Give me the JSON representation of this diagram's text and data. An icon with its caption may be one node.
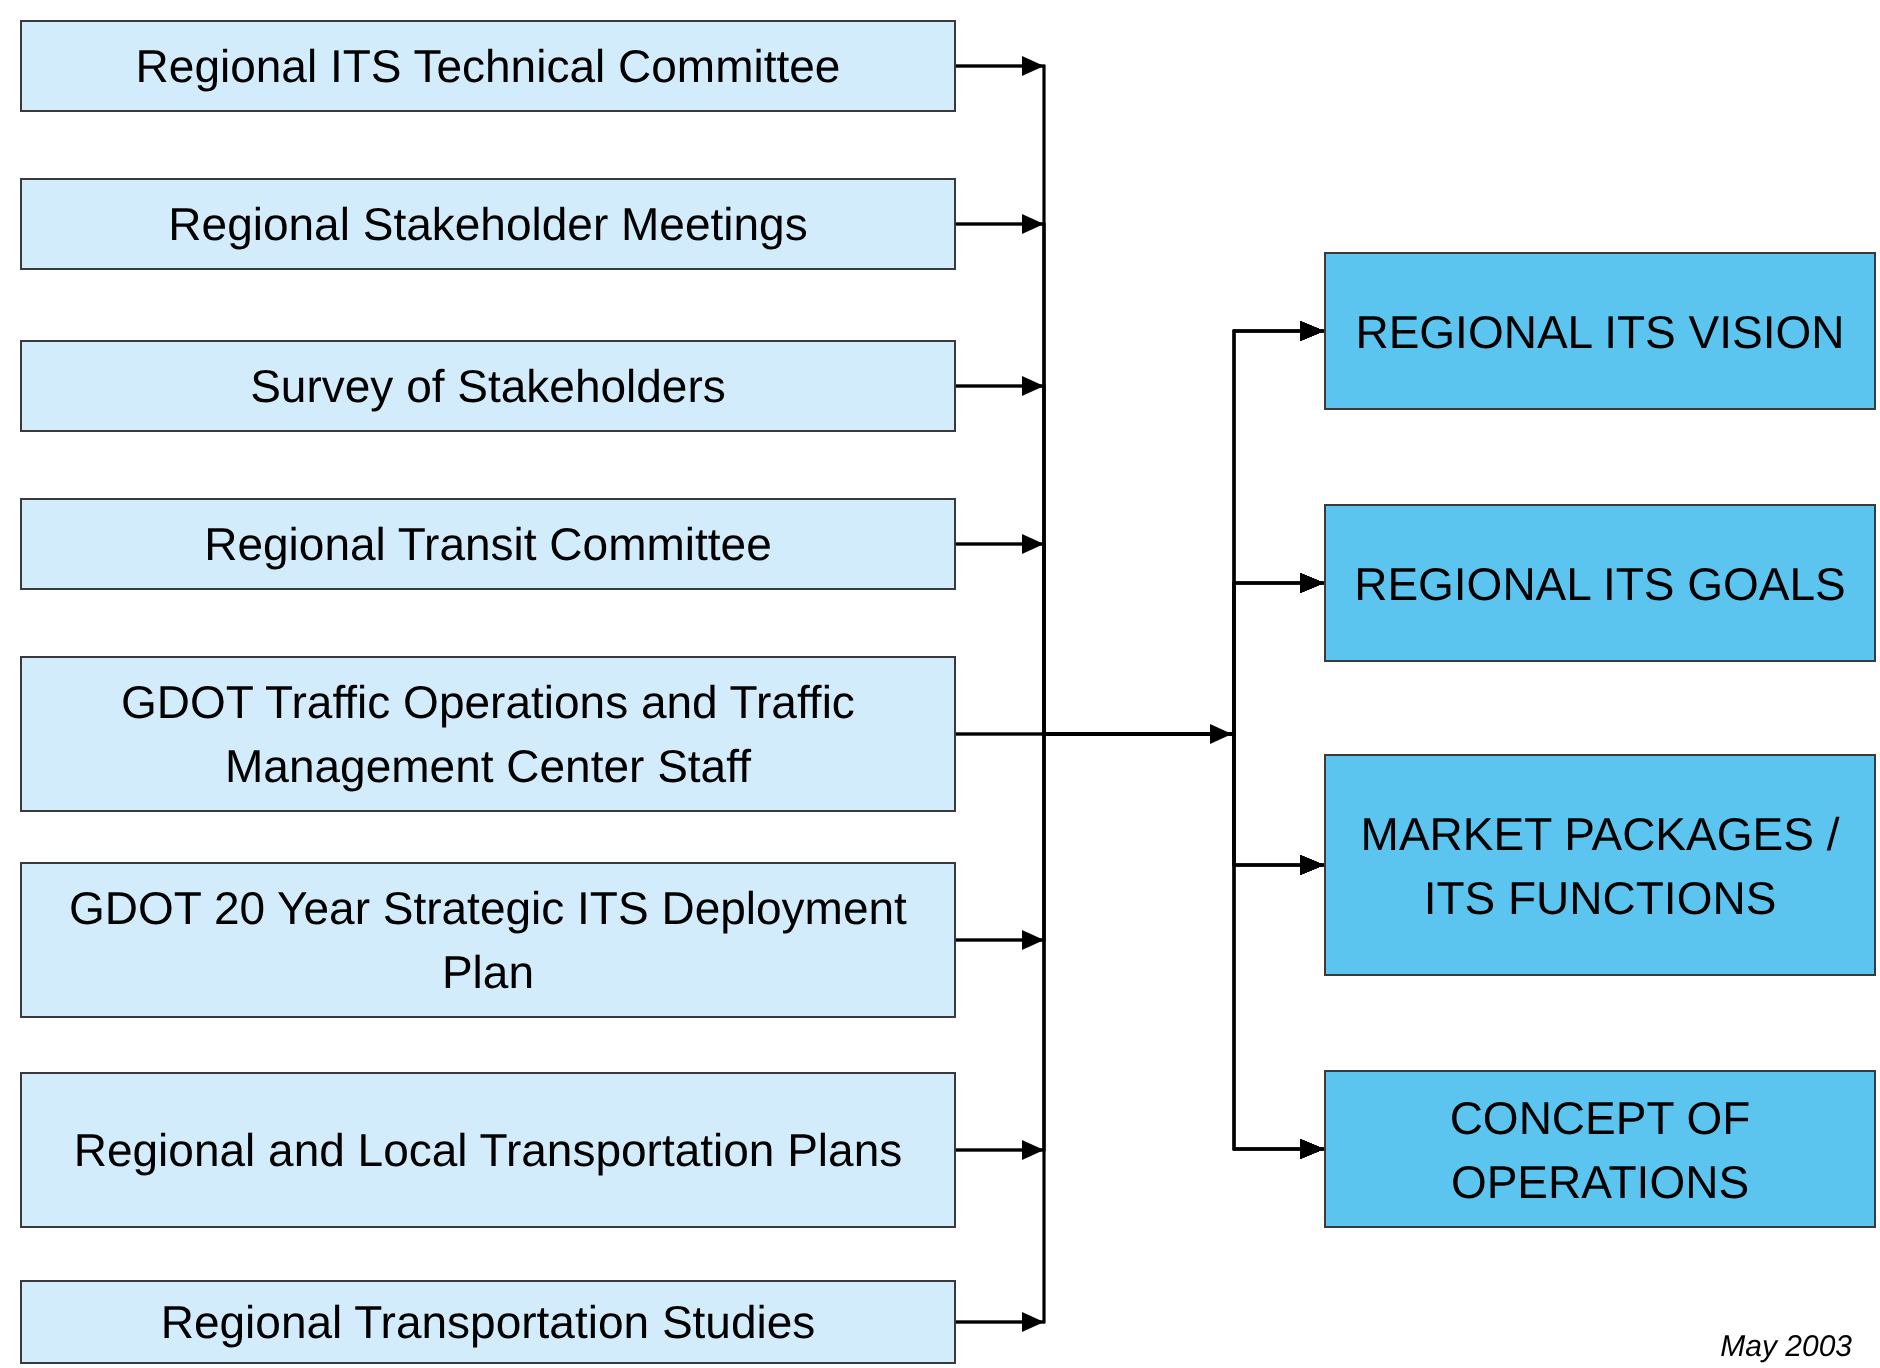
{
  "diagram": {
    "nodes": [
      {
        "text": [
          "Regional ITS Technical Committee"
        ]
      },
      {
        "text": [
          "Regional Stakeholder Meetings"
        ]
      },
      {
        "text": [
          "Survey of Stakeholders"
        ]
      },
      {
        "text": [
          "Regional Transit Committee"
        ]
      },
      {
        "text": [
          "GDOT Traffic Operations and Traffic Management Center Staff"
        ]
      },
      {
        "text": [
          "GDOT 20 Year Strategic ITS Deployment Plan"
        ]
      },
      {
        "text": [
          "Regional and Local Transportation Plans"
        ]
      },
      {
        "text": [
          "Regional Transportation Studies"
        ]
      },
      {
        "text": [
          "REGIONAL ITS VISION"
        ]
      },
      {
        "text": [
          "REGIONAL ITS GOALS"
        ]
      },
      {
        "text": [
          "MARKET PACKAGES / ITS FUNCTIONS"
        ]
      },
      {
        "text": [
          "CONCEPT OF OPERATIONS"
        ]
      }
    ],
    "edges": [
      {
        "from": 0,
        "to": 8,
        "arrow": "to"
      },
      {
        "from": 0,
        "to": 9,
        "arrow": "to"
      },
      {
        "from": 0,
        "to": 10,
        "arrow": "to"
      },
      {
        "from": 0,
        "to": 11,
        "arrow": "to"
      },
      {
        "from": 1,
        "to": 8,
        "arrow": "to"
      },
      {
        "from": 1,
        "to": 9,
        "arrow": "to"
      },
      {
        "from": 1,
        "to": 10,
        "arrow": "to"
      },
      {
        "from": 1,
        "to": 11,
        "arrow": "to"
      },
      {
        "from": 2,
        "to": 8,
        "arrow": "to"
      },
      {
        "from": 2,
        "to": 9,
        "arrow": "to"
      },
      {
        "from": 2,
        "to": 10,
        "arrow": "to"
      },
      {
        "from": 2,
        "to": 11,
        "arrow": "to"
      },
      {
        "from": 3,
        "to": 8,
        "arrow": "to"
      },
      {
        "from": 3,
        "to": 9,
        "arrow": "to"
      },
      {
        "from": 3,
        "to": 10,
        "arrow": "to"
      },
      {
        "from": 3,
        "to": 11,
        "arrow": "to"
      },
      {
        "from": 4,
        "to": 8,
        "arrow": "to"
      },
      {
        "from": 4,
        "to": 9,
        "arrow": "to"
      },
      {
        "from": 4,
        "to": 10,
        "arrow": "to"
      },
      {
        "from": 4,
        "to": 11,
        "arrow": "to"
      },
      {
        "from": 5,
        "to": 8,
        "arrow": "to"
      },
      {
        "from": 5,
        "to": 9,
        "arrow": "to"
      },
      {
        "from": 5,
        "to": 10,
        "arrow": "to"
      },
      {
        "from": 5,
        "to": 11,
        "arrow": "to"
      },
      {
        "from": 6,
        "to": 8,
        "arrow": "to"
      },
      {
        "from": 6,
        "to": 9,
        "arrow": "to"
      },
      {
        "from": 6,
        "to": 10,
        "arrow": "to"
      },
      {
        "from": 6,
        "to": 11,
        "arrow": "to"
      },
      {
        "from": 7,
        "to": 8,
        "arrow": "to"
      },
      {
        "from": 7,
        "to": 9,
        "arrow": "to"
      },
      {
        "from": 7,
        "to": 10,
        "arrow": "to"
      },
      {
        "from": 7,
        "to": 11,
        "arrow": "to"
      }
    ],
    "labels": [
      "May 2003"
    ]
  }
}
